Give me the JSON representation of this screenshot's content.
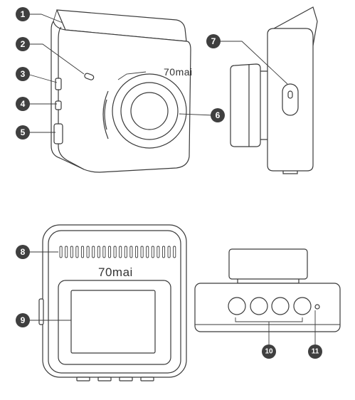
{
  "brand": {
    "logo_text": "70mai"
  },
  "callouts": [
    {
      "number": "1"
    },
    {
      "number": "2"
    },
    {
      "number": "3"
    },
    {
      "number": "4"
    },
    {
      "number": "5"
    },
    {
      "number": "6"
    },
    {
      "number": "7"
    },
    {
      "number": "8"
    },
    {
      "number": "9"
    },
    {
      "number": "10"
    },
    {
      "number": "11"
    }
  ],
  "colors": {
    "outline": "#3a3a3a",
    "callout_fill": "#3f3f3f",
    "callout_text": "#ffffff",
    "background": "#ffffff"
  }
}
